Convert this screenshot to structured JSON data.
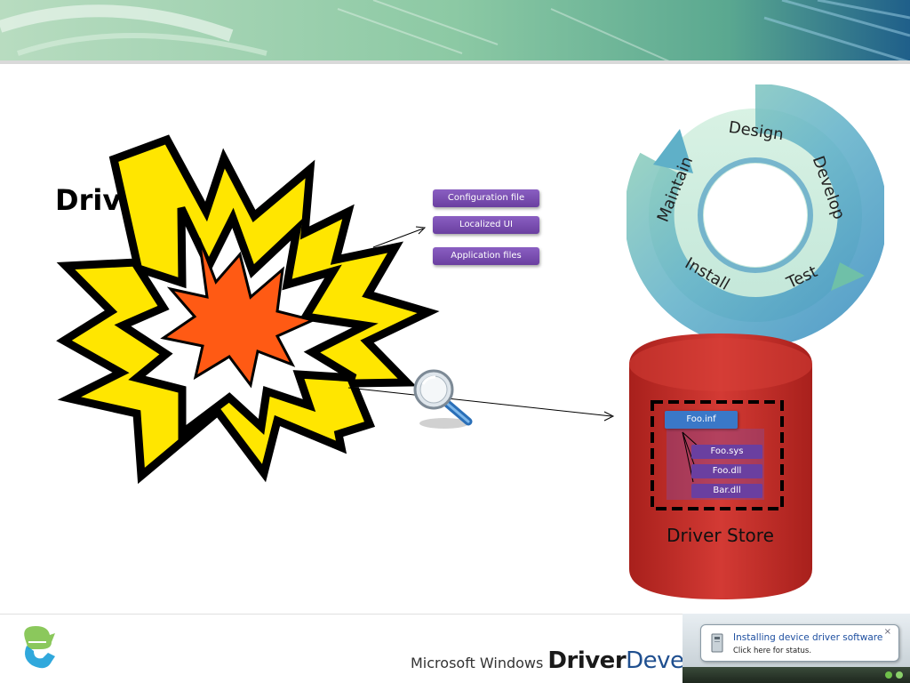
{
  "slide": {
    "title": "Driver",
    "files": [
      {
        "label": "Configuration file"
      },
      {
        "label": "Localized UI"
      },
      {
        "label": "Application files"
      }
    ]
  },
  "lifecycle": {
    "stages": [
      "Design",
      "Develop",
      "Test",
      "Install",
      "Maintain"
    ]
  },
  "driver_store": {
    "label": "Driver Store",
    "inf_file": "Foo.inf",
    "files": [
      "Foo.sys",
      "Foo.dll",
      "Bar.dll"
    ]
  },
  "footer": {
    "brand_prefix": "Microsoft Windows",
    "brand_bold": "Driver",
    "brand_rest": "Develo"
  },
  "notification": {
    "title": "Installing device driver software",
    "subtitle": "Click here for status.",
    "close": "×"
  },
  "colors": {
    "purple_box": "#6a3fa0",
    "store_red": "#c9302c",
    "blue_box": "#3a78c8",
    "lifecycle_teal": "#5fb8a8",
    "lifecycle_blue": "#4a8fc0"
  }
}
